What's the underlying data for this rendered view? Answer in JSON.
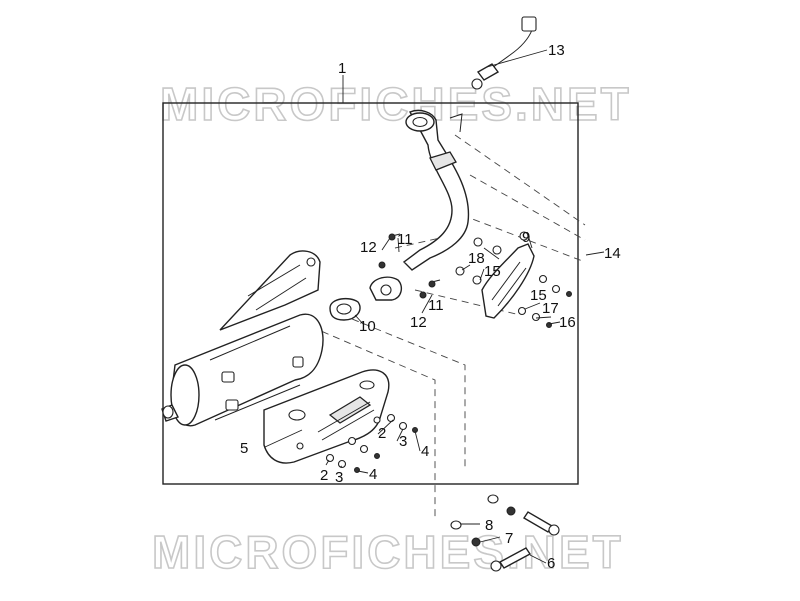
{
  "watermark": {
    "top": "MICROFICHES.NET",
    "bottom": "MICROFICHES.NET"
  },
  "callouts": {
    "c1": "1",
    "c2a": "2",
    "c2b": "2",
    "c3a": "3",
    "c3b": "3",
    "c4a": "4",
    "c4b": "4",
    "c5": "5",
    "c6": "6",
    "c7": "7",
    "c8": "8",
    "c9": "9",
    "c10": "10",
    "c11a": "11",
    "c11b": "11",
    "c12a": "12",
    "c12b": "12",
    "c13": "13",
    "c14": "14",
    "c15a": "15",
    "c15b": "15",
    "c16": "16",
    "c17": "17",
    "c18": "18"
  }
}
